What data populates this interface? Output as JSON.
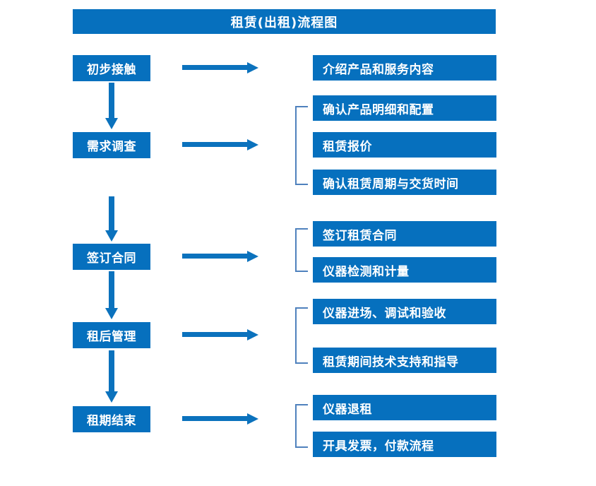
{
  "title": {
    "text": "租赁(出租)流程图"
  },
  "colors": {
    "box_fill": "#0670be",
    "box_text": "#ffffff",
    "arrow": "#0b72bd",
    "bracket": "#4f81bd",
    "background": "#ffffff"
  },
  "chart_data": {
    "type": "diagram",
    "title": "租赁(出租)流程图",
    "stages": [
      {
        "label": "初步接触",
        "details": [
          "介绍产品和服务内容"
        ],
        "bracket": false
      },
      {
        "label": "需求调查",
        "details": [
          "确认产品明细和配置",
          "租赁报价",
          "确认租赁周期与交货时间"
        ],
        "bracket": true
      },
      {
        "label": "签订合同",
        "details": [
          "签订租赁合同",
          "仪器检测和计量"
        ],
        "bracket": true
      },
      {
        "label": "租后管理",
        "details": [
          "仪器进场、调试和验收",
          "租赁期间技术支持和指导"
        ],
        "bracket": true
      },
      {
        "label": "租期结束",
        "details": [
          "仪器退租",
          "开具发票，付款流程"
        ],
        "bracket": true
      }
    ]
  },
  "stages": [
    {
      "label": "初步接触"
    },
    {
      "label": "需求调查"
    },
    {
      "label": "签订合同"
    },
    {
      "label": "租后管理"
    },
    {
      "label": "租期结束"
    }
  ],
  "details": [
    {
      "label": "介绍产品和服务内容"
    },
    {
      "label": "确认产品明细和配置"
    },
    {
      "label": "租赁报价"
    },
    {
      "label": "确认租赁周期与交货时间"
    },
    {
      "label": "签订租赁合同"
    },
    {
      "label": "仪器检测和计量"
    },
    {
      "label": "仪器进场、调试和验收"
    },
    {
      "label": "租赁期间技术支持和指导"
    },
    {
      "label": "仪器退租"
    },
    {
      "label": "开具发票，付款流程"
    }
  ]
}
